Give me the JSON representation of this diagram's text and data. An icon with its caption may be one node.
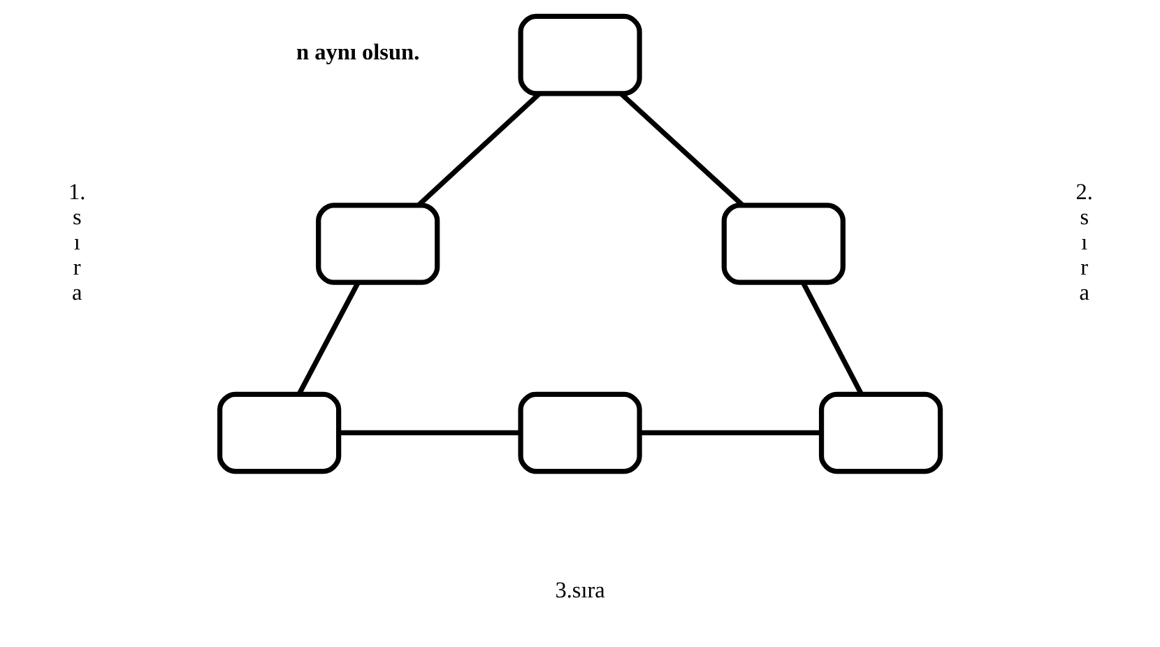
{
  "diagram": {
    "nodes": [
      {
        "text": [],
        "shape": "box"
      },
      {
        "text": [],
        "shape": "box"
      },
      {
        "text": [],
        "shape": "box"
      },
      {
        "text": [],
        "shape": "box"
      },
      {
        "text": [],
        "shape": "box"
      },
      {
        "text": [],
        "shape": "box"
      }
    ],
    "edges": [
      {
        "from": 0,
        "to": 1,
        "arrow": "none"
      },
      {
        "from": 0,
        "to": 2,
        "arrow": "none"
      },
      {
        "from": 1,
        "to": 3,
        "arrow": "none"
      },
      {
        "from": 2,
        "to": 5,
        "arrow": "none"
      },
      {
        "from": 3,
        "to": 4,
        "arrow": "none"
      },
      {
        "from": 4,
        "to": 5,
        "arrow": "none"
      }
    ],
    "labels": [
      "n aynı olsun.",
      "1. s ı r a",
      "2. s ı r a",
      "3.sıra"
    ]
  }
}
